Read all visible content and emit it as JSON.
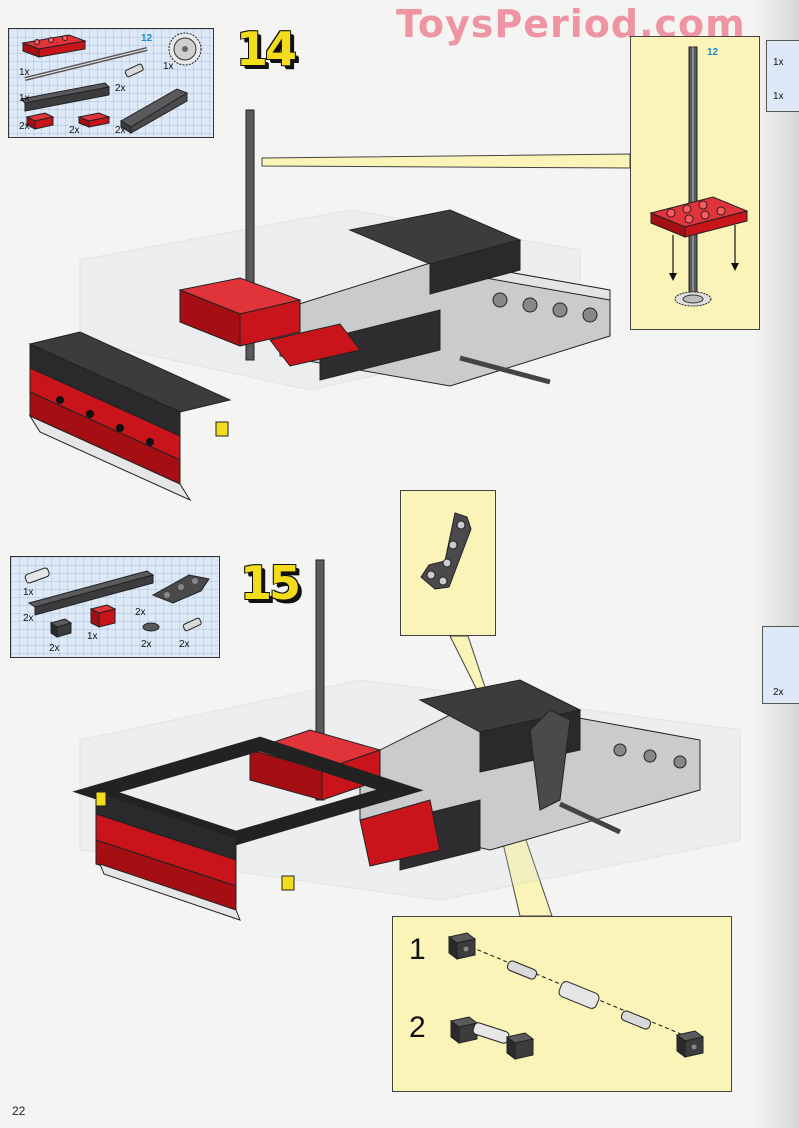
{
  "watermark": "ToysPeriod.com",
  "page_number": "22",
  "steps": [
    {
      "number": "14",
      "parts": {
        "beam_length": "12",
        "quantities": [
          "1x",
          "1x",
          "2x",
          "1x",
          "2x",
          "2x",
          "2x"
        ]
      },
      "callout_axle_length": "12"
    },
    {
      "number": "15",
      "parts": {
        "quantities": [
          "1x",
          "2x",
          "1x",
          "2x",
          "2x",
          "2x",
          "2x"
        ]
      },
      "substeps": [
        "1",
        "2"
      ]
    }
  ],
  "edge_labels": [
    "1x",
    "1x",
    "2x"
  ],
  "colors": {
    "red": "#c8141a",
    "dark_gray": "#3c3c3e",
    "light_gray": "#c9cbcc",
    "yellow_callout": "#fbf4b8",
    "parts_bg": "#dde9f7",
    "step_yellow": "#f2dc1c"
  }
}
